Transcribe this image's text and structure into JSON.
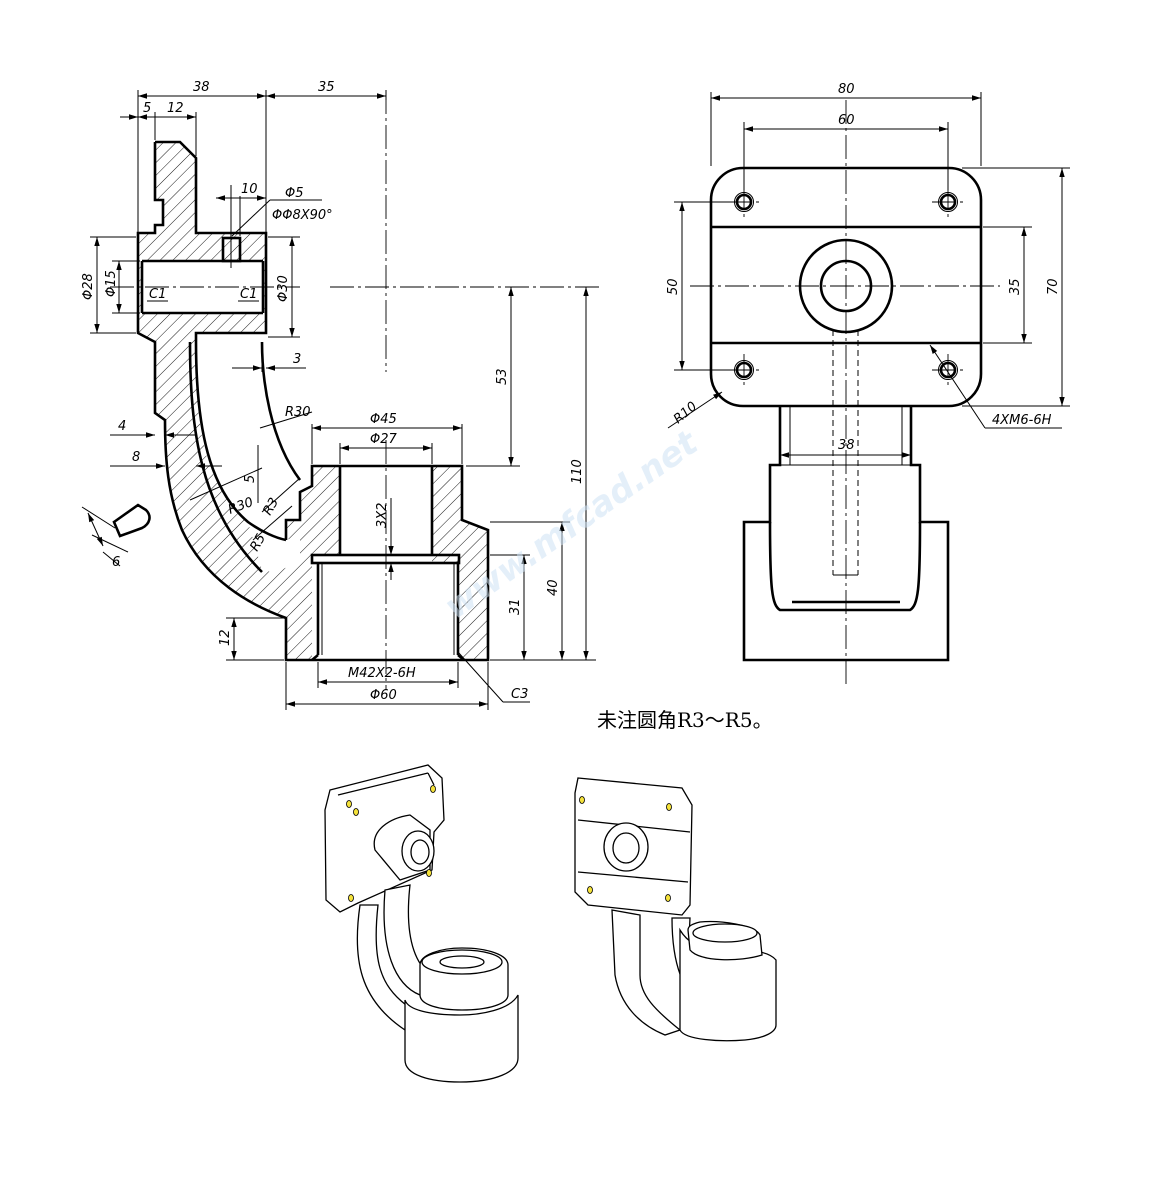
{
  "front_view": {
    "dims": {
      "d38": "38",
      "d35": "35",
      "d5": "5",
      "d12": "12",
      "d10": "10",
      "phi5": "Φ5",
      "csk": "ΦΦ8X90°",
      "phi28": "Φ28",
      "phi15": "Φ15",
      "phi30": "Φ30",
      "c1a": "C1",
      "c1b": "C1",
      "d3": "3",
      "r30a": "R30",
      "d4": "4",
      "d8": "8",
      "r30b": "R30",
      "r3": "R3",
      "r5": "R5",
      "d5b": "5",
      "d6": "6",
      "d53": "53",
      "d110": "110",
      "phi45": "Φ45",
      "phi27": "Φ27",
      "groove": "3X2",
      "d31": "31",
      "d40": "40",
      "d12b": "12",
      "thread": "M42X2-6H",
      "phi60": "Φ60",
      "c3": "C3"
    }
  },
  "side_view": {
    "dims": {
      "d80": "80",
      "d60": "60",
      "d50": "50",
      "d35": "35",
      "d70": "70",
      "r10": "R10",
      "holes": "4XM6-6H",
      "d38": "38"
    }
  },
  "note": "未注圆角R3～R5。",
  "watermark": "www.mfcad.net"
}
